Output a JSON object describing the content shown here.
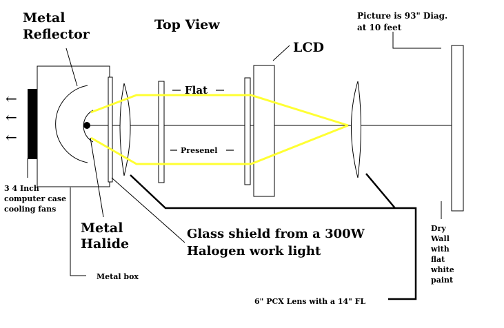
{
  "title": "Top View",
  "labels": {
    "metal_reflector_line1": "Metal",
    "metal_reflector_line2": "Reflector",
    "lcd": "LCD",
    "flat": "Flat",
    "presenel": "Presenel",
    "picture_line1": "Picture is 93\" Diag.",
    "picture_line2": "at 10 feet",
    "fans_line1": "3  4 Inch",
    "fans_line2": "computer case",
    "fans_line3": "cooling fans",
    "metal_halide_line1": "Metal",
    "metal_halide_line2": "Halide",
    "glass_shield_line1": "Glass shield from a 300W",
    "glass_shield_line2": "Halogen work light",
    "metal_box": "Metal box",
    "lens": "6\" PCX Lens with a 14\" FL",
    "wall_line1": "Dry",
    "wall_line2": "Wall",
    "wall_line3": "with",
    "wall_line4": "flat",
    "wall_line5": "white",
    "wall_line6": "paint"
  },
  "fan_arrows": [
    "←",
    "←",
    "←"
  ],
  "colors": {
    "light_beam": "#ffff33",
    "lines": "#000000",
    "fan": "#000000"
  }
}
